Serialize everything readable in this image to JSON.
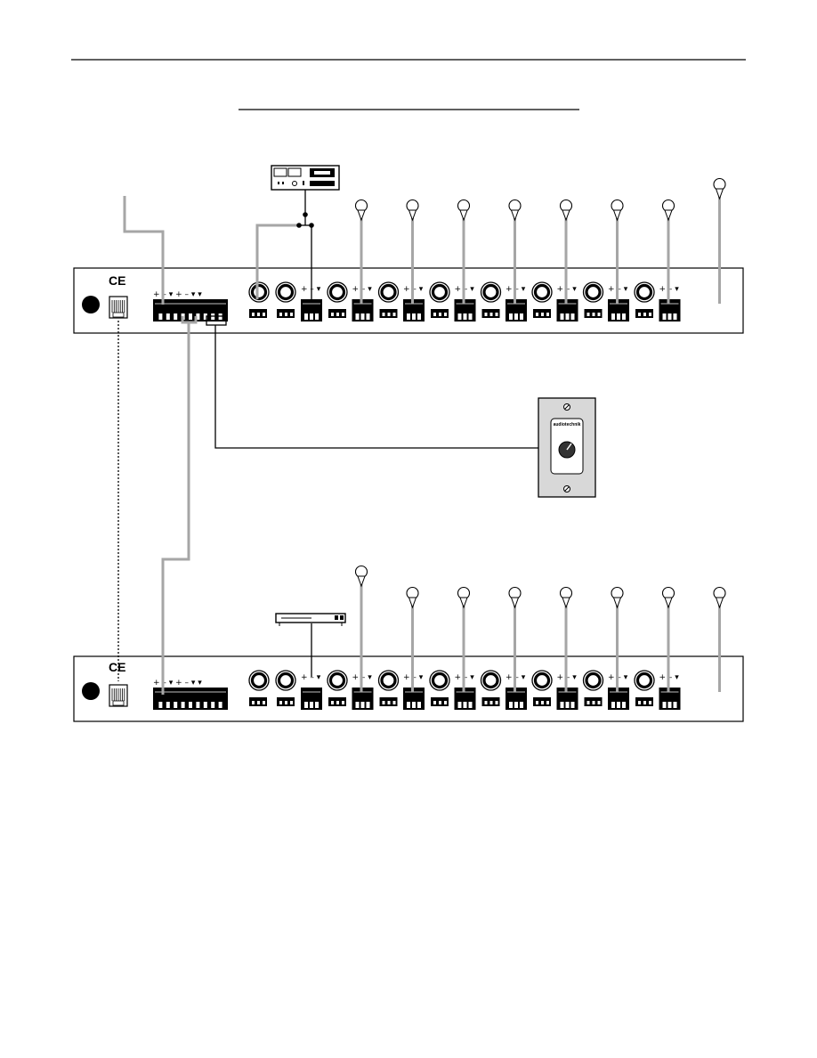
{
  "page": {
    "title": "",
    "body_text": ""
  },
  "units": {
    "master": {
      "ce_mark": "CE"
    },
    "slave": {
      "ce_mark": "CE"
    }
  },
  "devices": {
    "cassette_deck": {
      "icon": "cassette-deck-icon"
    },
    "cd_player": {
      "icon": "cd-player-icon"
    },
    "wall_control": {
      "brand": "audiotechnik",
      "icon": "volume-knob-icon"
    }
  },
  "channels": {
    "master_count": 8,
    "slave_count": 8
  },
  "colors": {
    "line": "#000000",
    "gray_wire": "#a6a6a6",
    "plate": "#d8d8d8"
  }
}
